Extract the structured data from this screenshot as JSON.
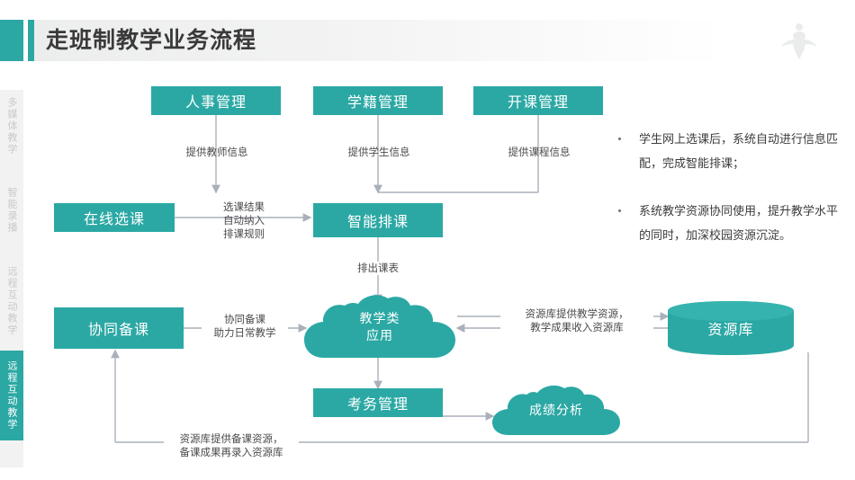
{
  "header": {
    "title": "走班制教学业务流程",
    "logo_icon": "tree-emblem-logo"
  },
  "sidebar": {
    "items": [
      {
        "label": "多媒体教学",
        "active": false
      },
      {
        "label": "智能录播",
        "active": false
      },
      {
        "label": "远程互动教学",
        "active": false
      },
      {
        "label": "远程互动教学",
        "active": true
      }
    ]
  },
  "flow": {
    "nodes": {
      "hr_management": "人事管理",
      "student_records": "学籍管理",
      "course_offering": "开课管理",
      "online_selection": "在线选课",
      "smart_scheduling": "智能排课",
      "collaborative_prep": "协同备课",
      "teaching_apps_line1": "教学类",
      "teaching_apps_line2": "应用",
      "exam_management": "考务管理",
      "score_analysis": "成绩分析",
      "resource_library": "资源库"
    },
    "edge_labels": {
      "teacher_info": "提供教师信息",
      "student_info": "提供学生信息",
      "course_info": "提供课程信息",
      "selection_result_l1": "选课结果",
      "selection_result_l2": "自动纳入",
      "selection_result_l3": "排课规则",
      "timetable_output": "排出课表",
      "collab_prep_l1": "协同备课",
      "collab_prep_l2": "助力日常教学",
      "resource_exchange_l1": "资源库提供教学资源，",
      "resource_exchange_l2": "教学成果收入资源库",
      "prep_resource_l1": "资源库提供备课资源，",
      "prep_resource_l2": "备课成果再录入资源库"
    }
  },
  "notes": {
    "bullets": [
      "学生网上选课后，系统自动进行信息匹配，完成智能排课；",
      "系统教学资源协同使用，提升教学水平的同时，加深校园资源沉淀。"
    ]
  },
  "colors": {
    "teal": "#2ba8a4",
    "edge_gray": "#aab0ba",
    "sidebar_bg": "#f2f2f2",
    "sidebar_text": "#c9c9c9"
  }
}
